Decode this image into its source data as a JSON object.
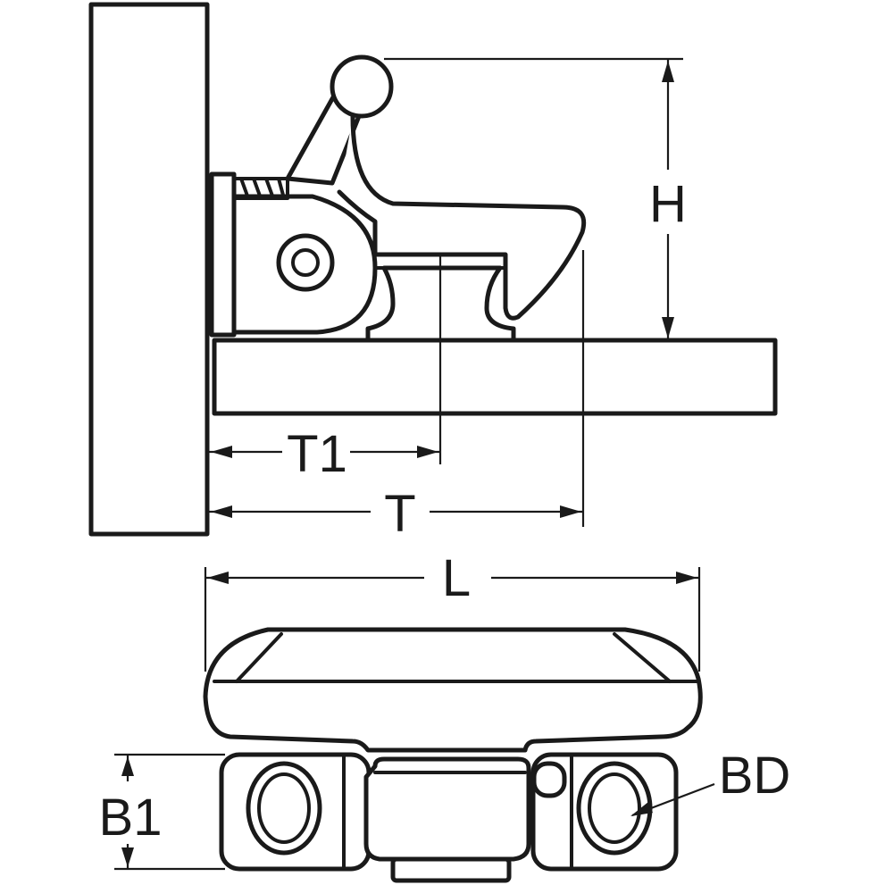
{
  "dimensions": {
    "H": "H",
    "T1": "T1",
    "T": "T",
    "L": "L",
    "B1": "B1",
    "BD": "BD"
  },
  "colors": {
    "stroke": "#1a1a1a",
    "background": "#ffffff"
  }
}
